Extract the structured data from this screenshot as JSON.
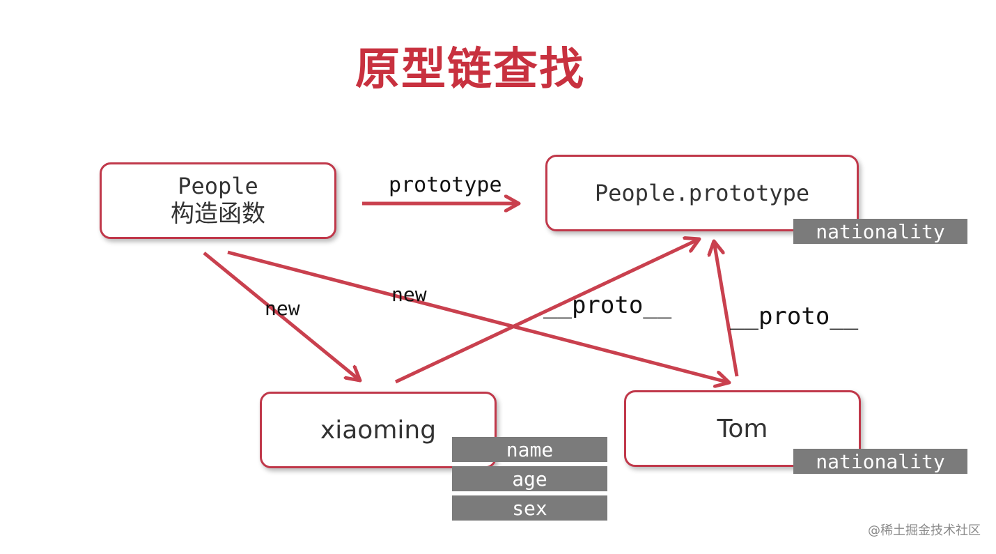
{
  "title": "原型链查找",
  "nodes": {
    "people": {
      "line1": "People",
      "line2": "构造函数"
    },
    "people_prototype": {
      "label": "People.prototype",
      "prop": "nationality"
    },
    "xiaoming": {
      "label": "xiaoming",
      "props": [
        "name",
        "age",
        "sex"
      ]
    },
    "tom": {
      "label": "Tom",
      "prop": "nationality"
    }
  },
  "edges": {
    "prototype": "prototype",
    "new_xiaoming": "new",
    "new_tom": "new",
    "proto_xiaoming": "__proto__",
    "proto_tom": "__proto__"
  },
  "colors": {
    "accent": "#c8313f",
    "arrow": "#c9404e",
    "prop_bg": "#7b7b7b"
  },
  "watermark": "@稀土掘金技术社区"
}
